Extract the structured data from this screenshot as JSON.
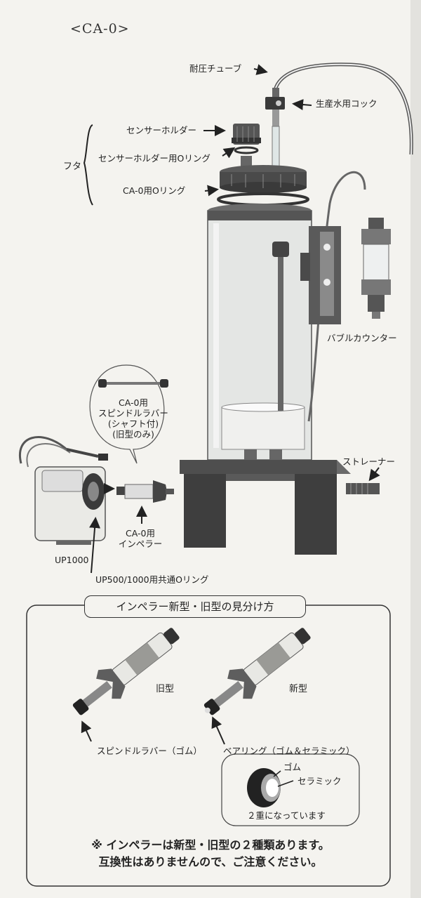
{
  "header": {
    "title": "<CA-0>"
  },
  "labels": {
    "tube": "耐圧チューブ",
    "cock": "生産水用コック",
    "sensor_holder": "センサーホルダー",
    "sensor_oring": "センサーホルダー用Oリング",
    "lid": "フタ",
    "ca0_oring": "CA-0用Oリング",
    "bubble_counter": "バブルカウンター",
    "strainer": "ストレーナー",
    "spindle_rubber": "CA-0用\nスピンドルラバー\n(シャフト付)\n(旧型のみ)",
    "impeller": "CA-0用\nインペラー",
    "pump": "UP1000",
    "common_oring": "UP500/1000用共通Oリング"
  },
  "comparison": {
    "title": "インペラー新型・旧型の見分け方",
    "old_label": "旧型",
    "new_label": "新型",
    "old_part": "スピンドルラバー（ゴム）",
    "new_part": "ベアリング（ゴム＆セラミック）",
    "rubber": "ゴム",
    "ceramic": "セラミック",
    "double": "２重になっています"
  },
  "note": {
    "line1": "※ インペラーは新型・旧型の２種類あります。",
    "line2": "互換性はありませんので、ご注意ください。"
  }
}
